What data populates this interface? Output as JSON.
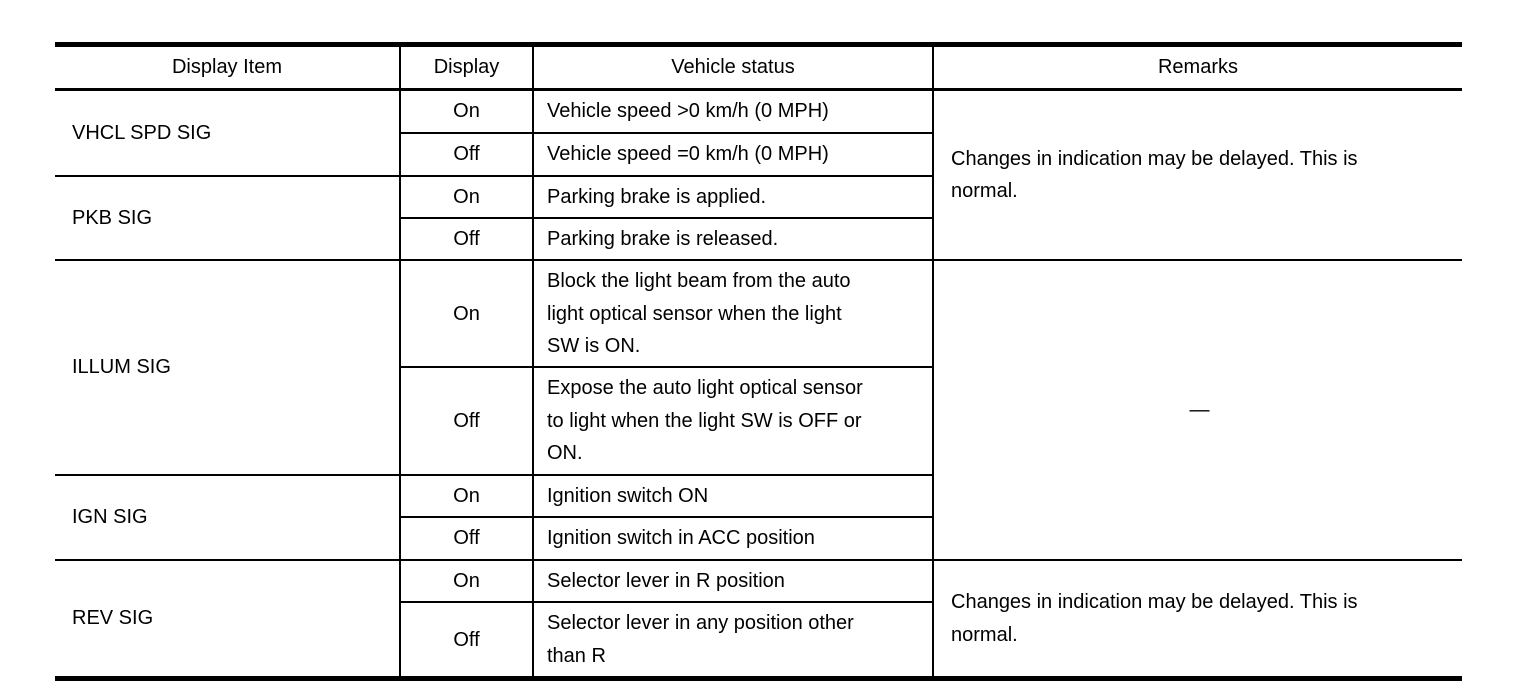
{
  "table": {
    "header": {
      "display_item": "Display Item",
      "display": "Display",
      "vehicle_status": "Vehicle status",
      "remarks": "Remarks"
    },
    "items": [
      {
        "name": "VHCL SPD SIG",
        "on_label": "On",
        "off_label": "Off",
        "on_status": "Vehicle speed >0 km/h (0 MPH)",
        "off_status": "Vehicle speed =0 km/h (0 MPH)"
      },
      {
        "name": "PKB SIG",
        "on_label": "On",
        "off_label": "Off",
        "on_status": "Parking brake is applied.",
        "off_status": "Parking brake is released."
      },
      {
        "name": "ILLUM SIG",
        "on_label": "On",
        "off_label": "Off",
        "on_status": "Block the light beam from the auto\nlight optical sensor when the light\nSW is ON.",
        "off_status": "Expose the auto light optical sensor\nto light when the light SW is OFF or\nON."
      },
      {
        "name": "IGN SIG",
        "on_label": "On",
        "off_label": "Off",
        "on_status": "Ignition switch ON",
        "off_status": "Ignition switch in ACC position"
      },
      {
        "name": "REV SIG",
        "on_label": "On",
        "off_label": "Off",
        "on_status": "Selector lever in R position",
        "off_status": "Selector lever in any position other\nthan R"
      }
    ],
    "remarks": [
      {
        "text": "Changes in indication may be delayed. This is\nnormal."
      },
      {
        "text": "—"
      },
      {
        "text": "Changes in indication may be delayed. This is\nnormal."
      }
    ]
  }
}
